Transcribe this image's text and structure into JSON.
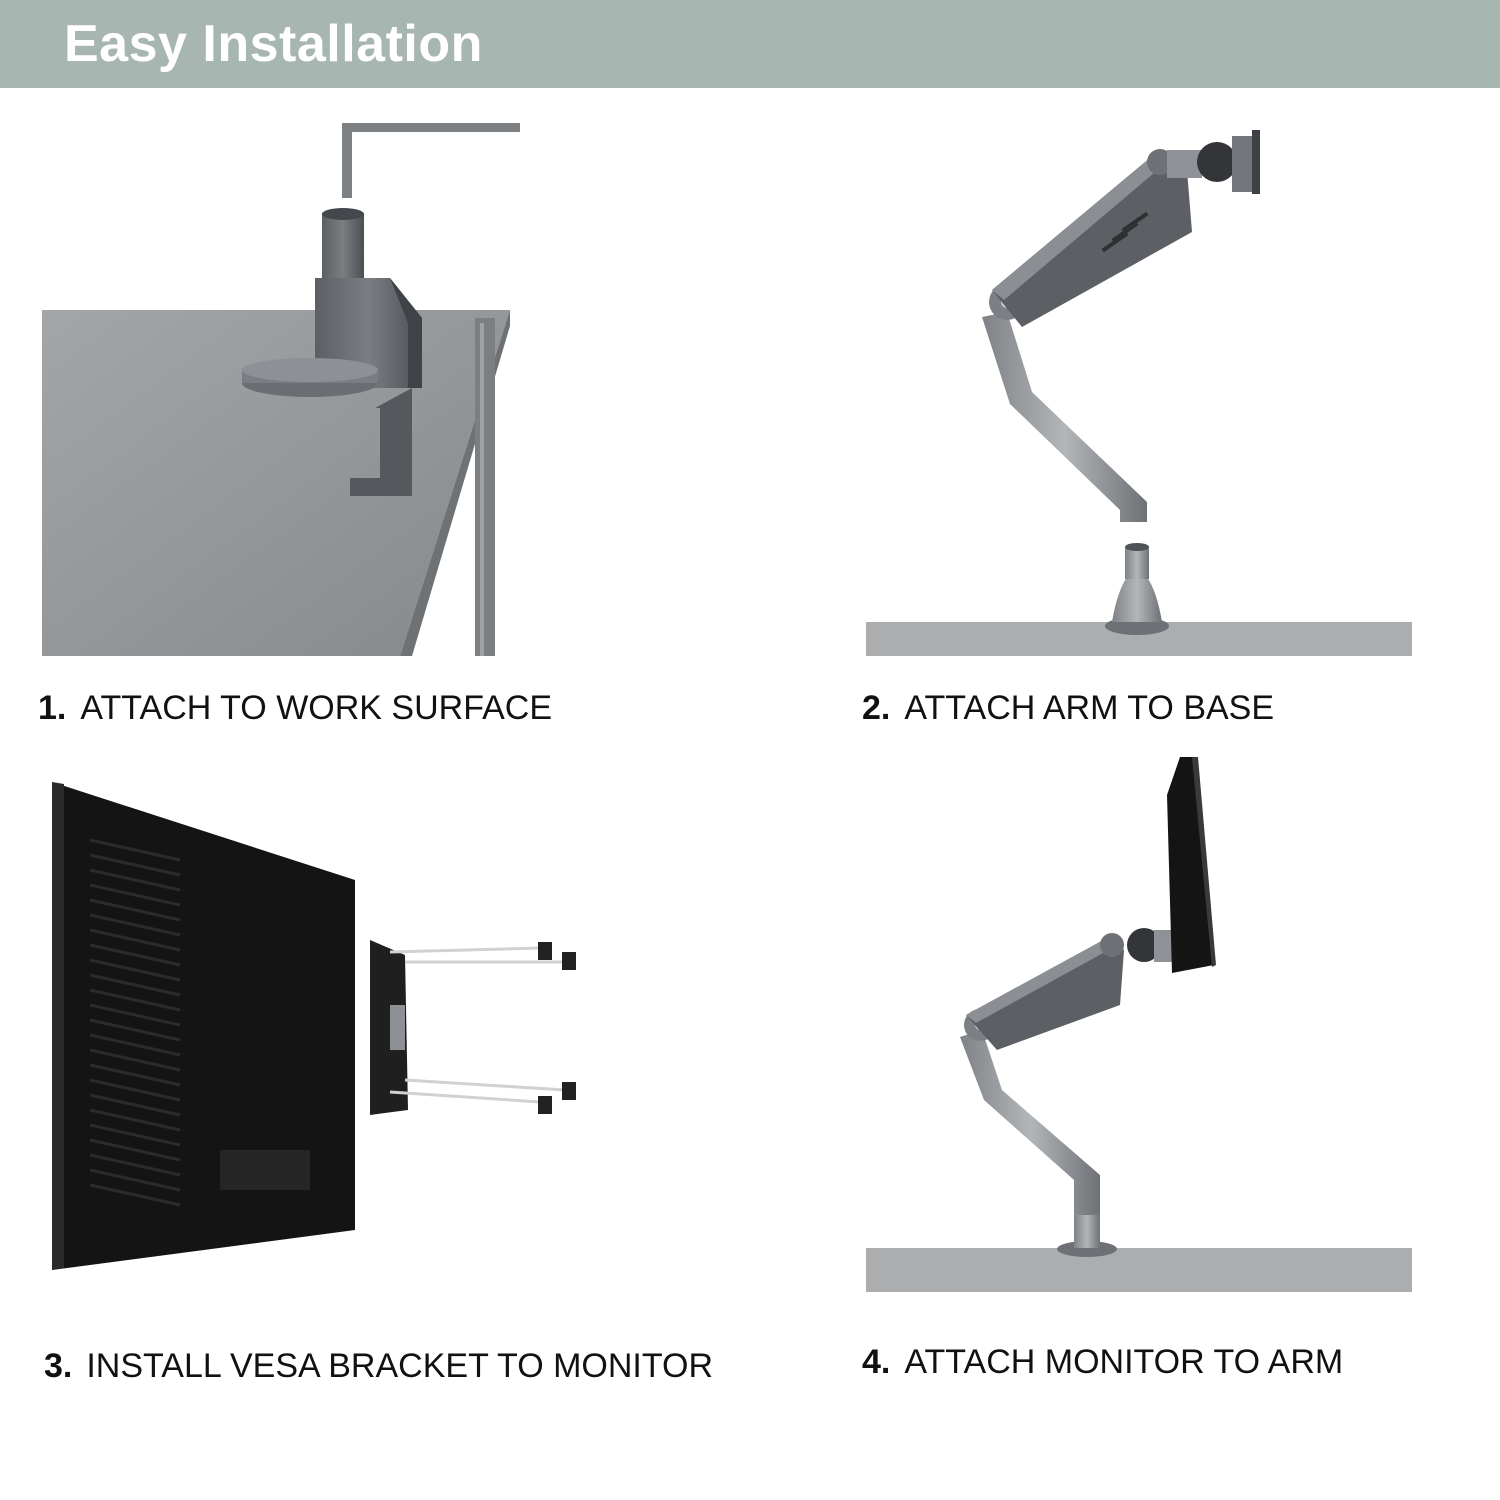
{
  "header": {
    "title": "Easy Installation",
    "background_color": "#a8b6b2"
  },
  "steps": [
    {
      "number": "1.",
      "label": "ATTACH TO WORK SURFACE"
    },
    {
      "number": "2.",
      "label": "ATTACH ARM TO BASE"
    },
    {
      "number": "3.",
      "label": "INSTALL VESA BRACKET TO MONITOR"
    },
    {
      "number": "4.",
      "label": "ATTACH MONITOR TO ARM"
    }
  ],
  "colors": {
    "desk_top": "#8f9294",
    "arm_silver": "#9a9da0",
    "arm_dark": "#5d6064",
    "monitor": "#141414"
  }
}
